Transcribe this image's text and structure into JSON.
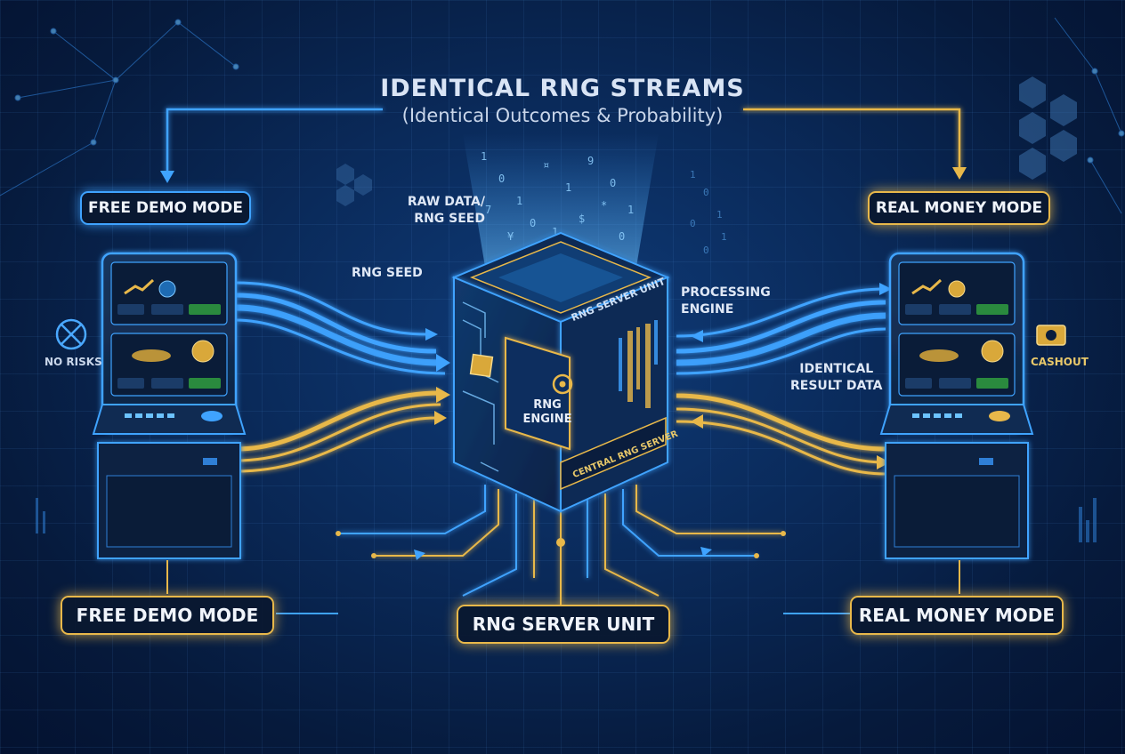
{
  "header": {
    "title": "IDENTICAL RNG STREAMS",
    "subtitle": "(Identical Outcomes & Probability)"
  },
  "labels": {
    "demo_top": "FREE DEMO MODE",
    "real_top": "REAL MONEY MODE",
    "demo_bottom": "FREE DEMO MODE",
    "real_bottom": "REAL MONEY MODE",
    "server_bottom": "RNG SERVER UNIT",
    "raw_data_line1": "RAW DATA/",
    "raw_data_line2": "RNG SEED",
    "rng_seed": "RNG SEED",
    "processing_line1": "PROCESSING",
    "processing_line2": "ENGINE",
    "identical_line1": "IDENTICAL",
    "identical_line2": "RESULT DATA",
    "no_risks": "NO RISKS",
    "cashout": "CASHOUT"
  },
  "server": {
    "side_label": "RNG SERVER UNIT",
    "engine_line1": "RNG",
    "engine_line2": "ENGINE",
    "front_label": "CENTRAL RNG SERVER"
  },
  "colors": {
    "blue_stream": "#3fa3ff",
    "gold_stream": "#e8b84a",
    "background": "#0a2a5a"
  },
  "icons": {
    "no_risks": "no-risk-crossed-icon",
    "cashout": "cash-money-icon",
    "engine": "gear-shuffle-icon"
  }
}
